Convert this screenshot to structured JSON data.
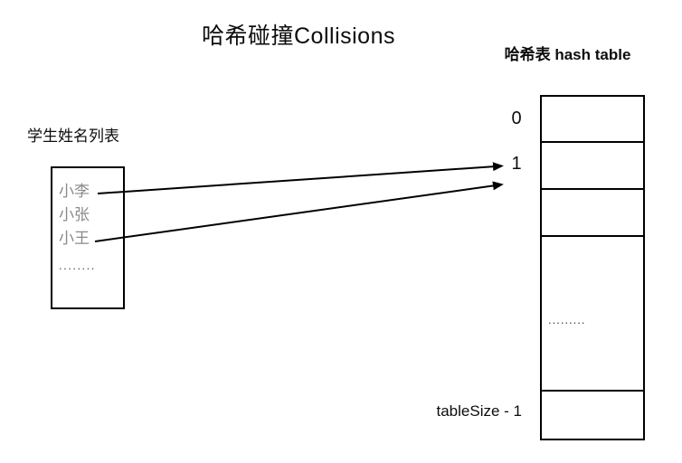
{
  "title": "哈希碰撞Collisions",
  "student_list": {
    "label": "学生姓名列表",
    "names": [
      "小李",
      "小张",
      "小王"
    ],
    "ellipsis": "........"
  },
  "hash_table": {
    "label": "哈希表 hash table",
    "slot_first": "0",
    "slot_collision": "1",
    "slot_last": "tableSize - 1",
    "ellipsis": "........."
  },
  "colors": {
    "background": "#ffffff",
    "line": "#000000",
    "name_text": "#8a8a8a",
    "label_text": "#0d0d0d"
  }
}
